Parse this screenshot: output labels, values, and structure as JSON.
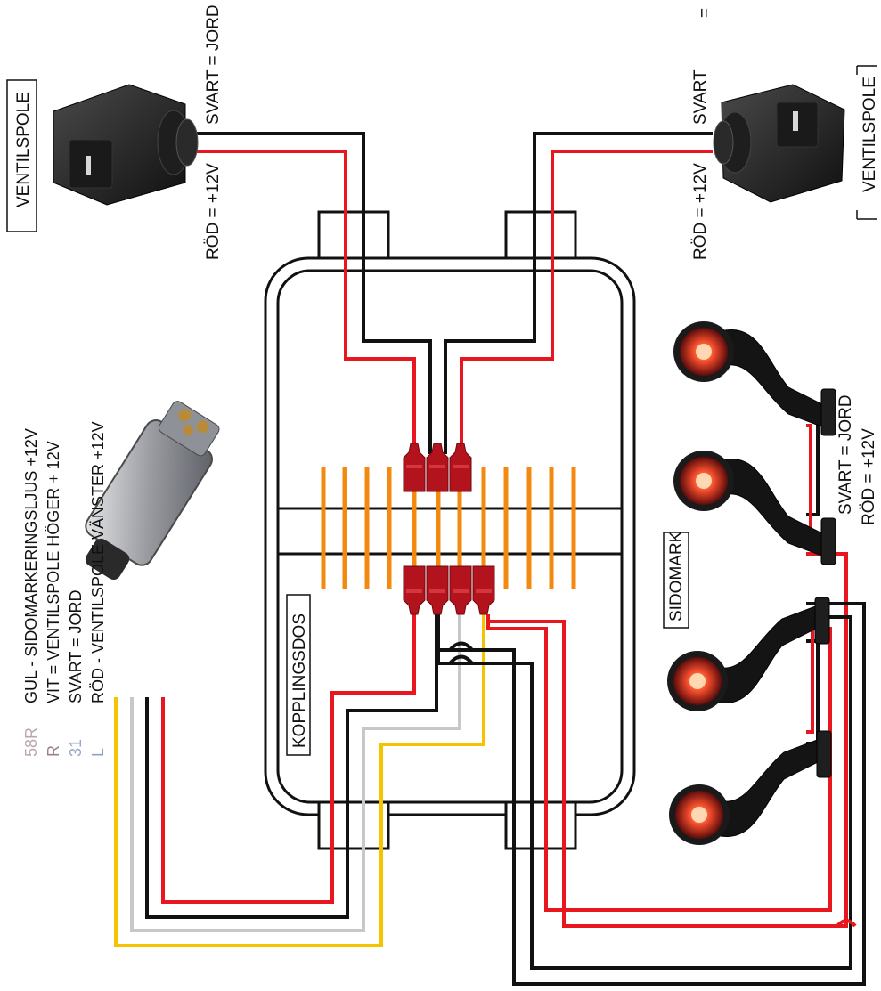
{
  "labels": {
    "ventilspole_left": "VENTILSPOLE",
    "ventilspole_right": "VENTILSPOLE",
    "svart_jord_left": "SVART = JORD",
    "rod_left": "RÖD = +12V",
    "svart_right": "SVART",
    "rod_right": "RÖD = +12V",
    "sidomark": "SIDOMARK",
    "sidomark_svart": "SVART = JORD",
    "sidomark_rod": "RÖD = +12V",
    "kopplingsdos": "KOPPLINGSDOS",
    "top_right_mark": "="
  },
  "legend": [
    {
      "pin": "58R",
      "text": "GUL - SIDOMARKERINGSLJUS +12V",
      "pin_color": "#b9a6b0"
    },
    {
      "pin": "R",
      "text": "VIT = VENTILSPOLE HÖGER + 12V",
      "pin_color": "#9a7e8e"
    },
    {
      "pin": "31",
      "text": "SVART = JORD",
      "pin_color": "#9aa7c8"
    },
    {
      "pin": "L",
      "text": "RÖD - VENTILSPOLE VÄNSTER +12V",
      "pin_color": "#8f9fc6"
    }
  ],
  "colors": {
    "red": "#e8161e",
    "black": "#111111",
    "white_wire": "#c8c8c8",
    "yellow": "#f5c400",
    "orange": "#f28a10",
    "connector": "#b3131d"
  }
}
